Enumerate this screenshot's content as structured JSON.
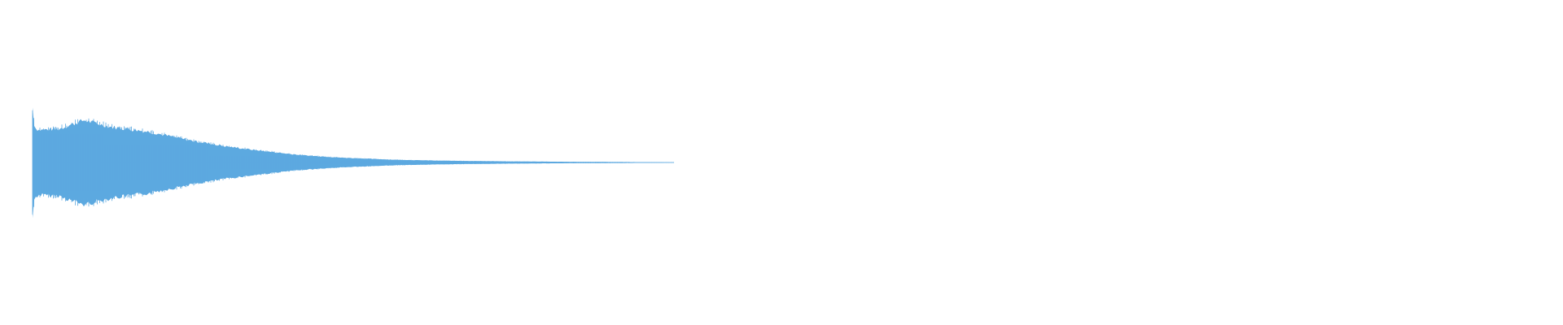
{
  "waveform": {
    "color": "#5DA9E0",
    "background": "#FFFFFF",
    "envelope": [
      {
        "t": 0.0,
        "amp": 0.68
      },
      {
        "t": 0.003,
        "amp": 0.43
      },
      {
        "t": 0.01,
        "amp": 0.4
      },
      {
        "t": 0.04,
        "amp": 0.41
      },
      {
        "t": 0.08,
        "amp": 0.52
      },
      {
        "t": 0.12,
        "amp": 0.44
      },
      {
        "t": 0.18,
        "amp": 0.38
      },
      {
        "t": 0.24,
        "amp": 0.28
      },
      {
        "t": 0.3,
        "amp": 0.2
      },
      {
        "t": 0.36,
        "amp": 0.14
      },
      {
        "t": 0.42,
        "amp": 0.09
      },
      {
        "t": 0.48,
        "amp": 0.06
      },
      {
        "t": 0.56,
        "amp": 0.035
      },
      {
        "t": 0.64,
        "amp": 0.022
      },
      {
        "t": 0.74,
        "amp": 0.014
      },
      {
        "t": 0.85,
        "amp": 0.008
      },
      {
        "t": 0.95,
        "amp": 0.005
      },
      {
        "t": 1.0,
        "amp": 0.003
      }
    ]
  }
}
